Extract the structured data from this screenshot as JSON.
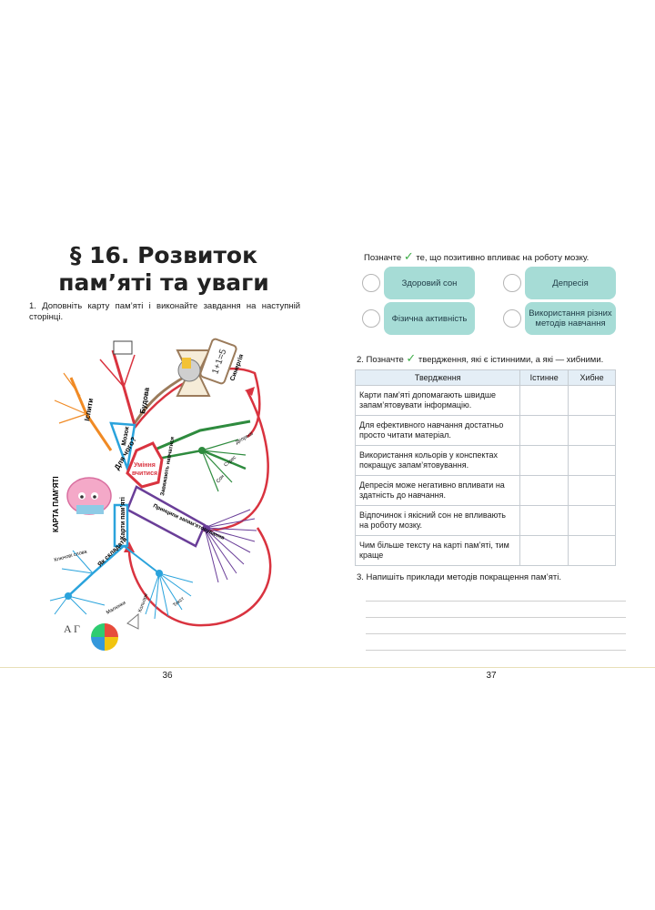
{
  "left_page": {
    "title_line1": "§ 16. Розвиток",
    "title_line2": "пам’яті та уваги",
    "task1": "1. Доповніть карту пам’яті і виконайте завдання на наступній сторінці.",
    "page_number": "36",
    "mindmap": {
      "center_line1": "Уміння",
      "center_line2": "вчитися",
      "side_title": "КАРТА ПАМ’ЯТІ",
      "branches": {
        "brain": "Мозок",
        "why": "Для чого?",
        "exams": "Іспити",
        "structure": "Будова",
        "principles": "Принципи запам’ятовування",
        "memory_map": "Карти пам’яті",
        "how": "Як складати",
        "interfere": "Заважають навчатися"
      },
      "leaves": {
        "synergy": "Синергія",
        "formula": "1+1=5",
        "depression": "Депресії",
        "stress": "Стрес",
        "sleep": "Сон",
        "pictures": "Малюнки",
        "text": "Текст",
        "colors": "Кольори",
        "words": "Ключові слова"
      }
    }
  },
  "right_page": {
    "intro_before": "Позначте",
    "check_symbol": "✓",
    "intro_after": "те, що позитивно впливає на роботу мозку.",
    "options": [
      {
        "label": "Здоровий сон"
      },
      {
        "label": "Депресія"
      },
      {
        "label": "Фізична активність"
      },
      {
        "label": "Використання різних методів навчання"
      }
    ],
    "task2_before": "2. Позначте",
    "task2_after": "твердження, які є істинними, а які — хибними.",
    "table": {
      "headers": [
        "Твердження",
        "Істинне",
        "Хибне"
      ],
      "rows": [
        "Карти пам’яті допомагають швидше запам’ятовувати інформацію.",
        "Для ефективного навчання достатньо просто читати матеріал.",
        "Використання кольорів у конспектах покращує запам’ятовування.",
        "Депресія може негативно впливати на здатність до навчання.",
        "Відпочинок і якісний сон не впливають на роботу мозку.",
        "Чим більше тексту на карті пам’яті, тим краще"
      ]
    },
    "task3": "3. Напишіть приклади методів покращення пам’яті.",
    "page_number": "37"
  },
  "colors": {
    "pill_fill": "#a6dcd6",
    "check_green": "#3fae49",
    "table_header": "#e4eef6",
    "map_red": "#d9333f",
    "map_green": "#2e8b3e",
    "map_purple": "#6a3e98",
    "map_blue": "#2aa3dc",
    "map_orange": "#f08a24",
    "map_brown": "#9b7b5b"
  }
}
